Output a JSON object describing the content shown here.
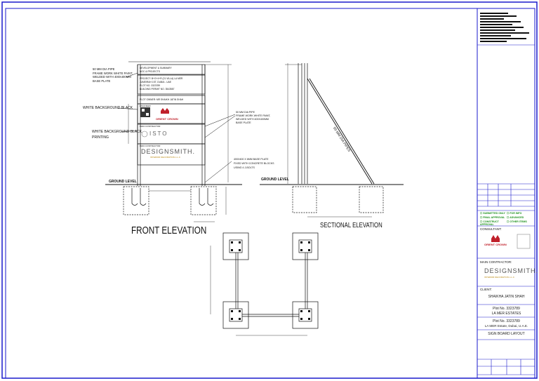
{
  "drawing": {
    "front_elevation_title": "FRONT ELEVATION",
    "sectional_elevation_title": "SECTIONAL ELEVATION",
    "ground_level_front": "GROUND LEVEL",
    "ground_level_section": "GROUND LEVEL",
    "pipes_label": "50 MM DIA PIPES",
    "callouts": {
      "pipe_frame": [
        "50 MM DIA PIPE",
        "FRAME WORK WHITE PAINT,",
        "WELDED WITH 400X400MM",
        "BASE PLATE"
      ],
      "white_bg_black": "WHITE BACKGROUND BLACK",
      "white_bg_black_printing": [
        "WHITE BACKGROUND BLACK",
        "PRINTING"
      ],
      "right_pipe": [
        "50 MM DIA PIPE",
        "FRAME WORK WHITE PAINT,",
        "WELDED WITH 400X400MM",
        "BASE PLATE"
      ],
      "anchor": [
        "400X400 X 6MM BASE PLATE",
        "FIXED WITH CONCRETE BLOCKS",
        "USING 4 J-BOLTS"
      ]
    },
    "board": {
      "panel1": [
        "DEVELOPMENT & SUMMARY",
        "NOC & PROJECTS"
      ],
      "panel2": [
        "PROJECT: B+G+4+R (21 VILLA) LA MER",
        "JUMEIRAH 1ST, DUBAI - UAE",
        "PLOT NO. 3323789",
        "BUILDING PERMIT NO. 3543587"
      ],
      "panel3": "PLOT OWNER: MR SHAIKH JATIN SHAH",
      "panel4_label": "ENGINEER",
      "panel4_brand": "ORIENT CROWN",
      "panel5_label": "MAIN CONTRACTOR",
      "panel5_brand": "ISTO",
      "panel6_label": "MAIN CONTRACTOR",
      "panel6_brand": "DESIGNSMITH.",
      "panel6_sub": "INTERIOR DECORATION L.L.C"
    }
  },
  "title_block": {
    "consultant_label": "CONSULTANT:",
    "consultant_brand": "ORIENT CROWN",
    "main_contractor_label": "MAIN CONTRACTOR:",
    "main_contractor_brand": "DESIGNSMITH.",
    "main_contractor_sub": "INTERIOR DECORATION L.L.C",
    "client_label": "CLIENT:",
    "client_name": "SHAIKHA JATIN SHAH",
    "project_line1": "Plot No. 3323789",
    "project_line2": "LA MER ESTATES",
    "location_line1": "Plot No. 3323789",
    "location_line2": "LA MER Estate, Dubai, U.A.E.",
    "sheet_title": "SIGN BOARD LAYOUT",
    "status_items": [
      "SUBMITTED ONLY",
      "FOR INFO",
      "FINAL APPROVAL",
      "ADVANCED",
      "CONSTRUCT APPROVAL",
      "OTHER ITEMS"
    ]
  },
  "colors": {
    "frame": "#1a1acc",
    "brand_red": "#c0202a",
    "status_green": "#1a8f1a"
  }
}
